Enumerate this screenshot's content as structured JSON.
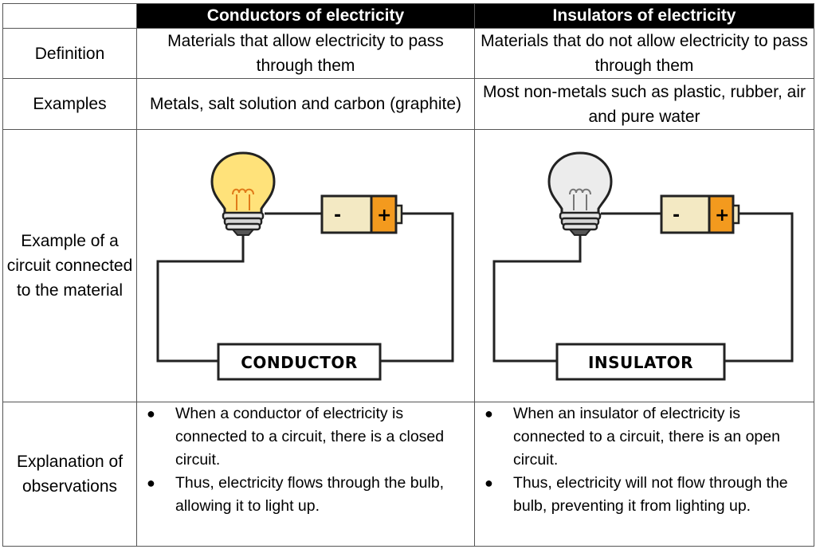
{
  "headers": {
    "conductors": "Conductors of electricity",
    "insulators": "Insulators of electricity"
  },
  "rows": {
    "definition": {
      "label": "Definition",
      "conductors": "Materials that allow electricity to pass through them",
      "insulators": "Materials that do not allow electricity to pass through them"
    },
    "examples": {
      "label": "Examples",
      "conductors": "Metals, salt solution and carbon (graphite)",
      "insulators": "Most non-metals such as plastic, rubber, air and pure water"
    },
    "circuit": {
      "label": "Example of a circuit connected to the material",
      "conductor_plate": "CONDUCTOR",
      "insulator_plate": "INSULATOR",
      "battery_minus": "-",
      "battery_plus": "+"
    },
    "explanation": {
      "label": "Explanation of observations",
      "conductors": [
        "When a conductor of electricity is connected to a circuit, there is a closed circuit.",
        "Thus, electricity flows through the bulb, allowing it to light up."
      ],
      "insulators": [
        "When an insulator of electricity is connected to a circuit, there is an open circuit.",
        "Thus, electricity will not flow through the bulb, preventing it from lighting up."
      ]
    }
  },
  "colors": {
    "header_bg": "#000000",
    "bulb_lit": "#ffe27a",
    "bulb_off": "#ececec",
    "battery_body": "#f3e9c3",
    "battery_terminal": "#f39a1e"
  }
}
